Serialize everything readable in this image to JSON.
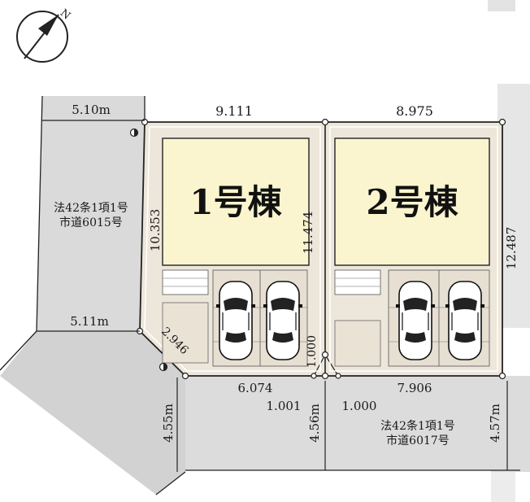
{
  "compass": {
    "north_label": "N"
  },
  "buildings": [
    {
      "label": "1号棟"
    },
    {
      "label": "2号棟"
    }
  ],
  "roads": {
    "west_line1": "法42条1項1号",
    "west_line2": "市道6015号",
    "south_line1": "法42条1項1号",
    "south_line2": "市道6017号"
  },
  "dimensions": {
    "top_left_road": "5.10m",
    "lot1_top": "9.111",
    "lot2_top": "8.975",
    "lot1_left": "10.353",
    "lot_divider": "11.474",
    "lot2_right": "12.487",
    "road_mid_left": "5.11m",
    "corner_cut": "2.946",
    "bottom_left": "6.074",
    "divider_short": "1.000",
    "bottom_right": "7.906",
    "cut_left": "1.001",
    "cut_right": "1.000",
    "road_depth_left": "4.55m",
    "road_depth_mid": "4.56m",
    "road_depth_right": "4.57m"
  },
  "colors": {
    "lot_fill": "#ede7dc",
    "building_fill": "#fbf5cf",
    "road_fill": "#d9d9d9",
    "outline": "#222222"
  }
}
